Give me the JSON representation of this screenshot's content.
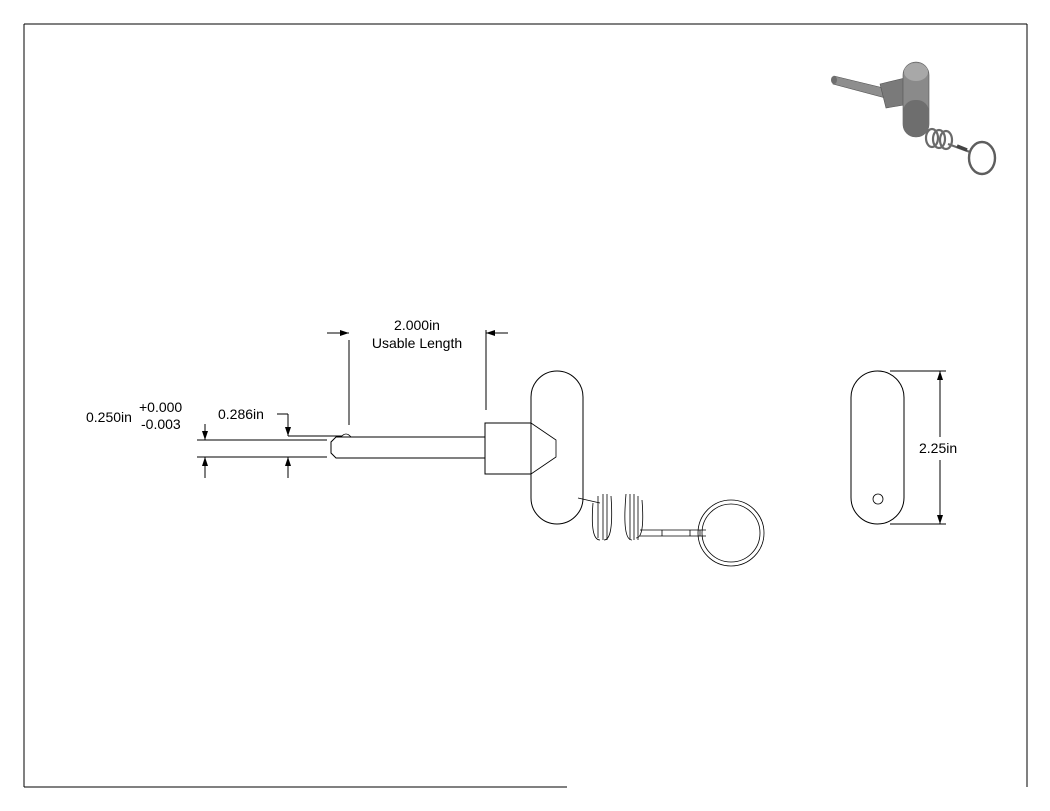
{
  "dimensions": {
    "usable_length_value": "2.000in",
    "usable_length_label": "Usable Length",
    "diameter_value": "0.250in",
    "tolerance_plus": "+0.000",
    "tolerance_minus": "-0.003",
    "groove_value": "0.286in",
    "handle_height_value": "2.25in"
  },
  "colors": {
    "line": "#000000",
    "iso_dark": "#6e6e6e",
    "iso_mid": "#8e8e8e",
    "iso_light": "#b0b0b0"
  }
}
